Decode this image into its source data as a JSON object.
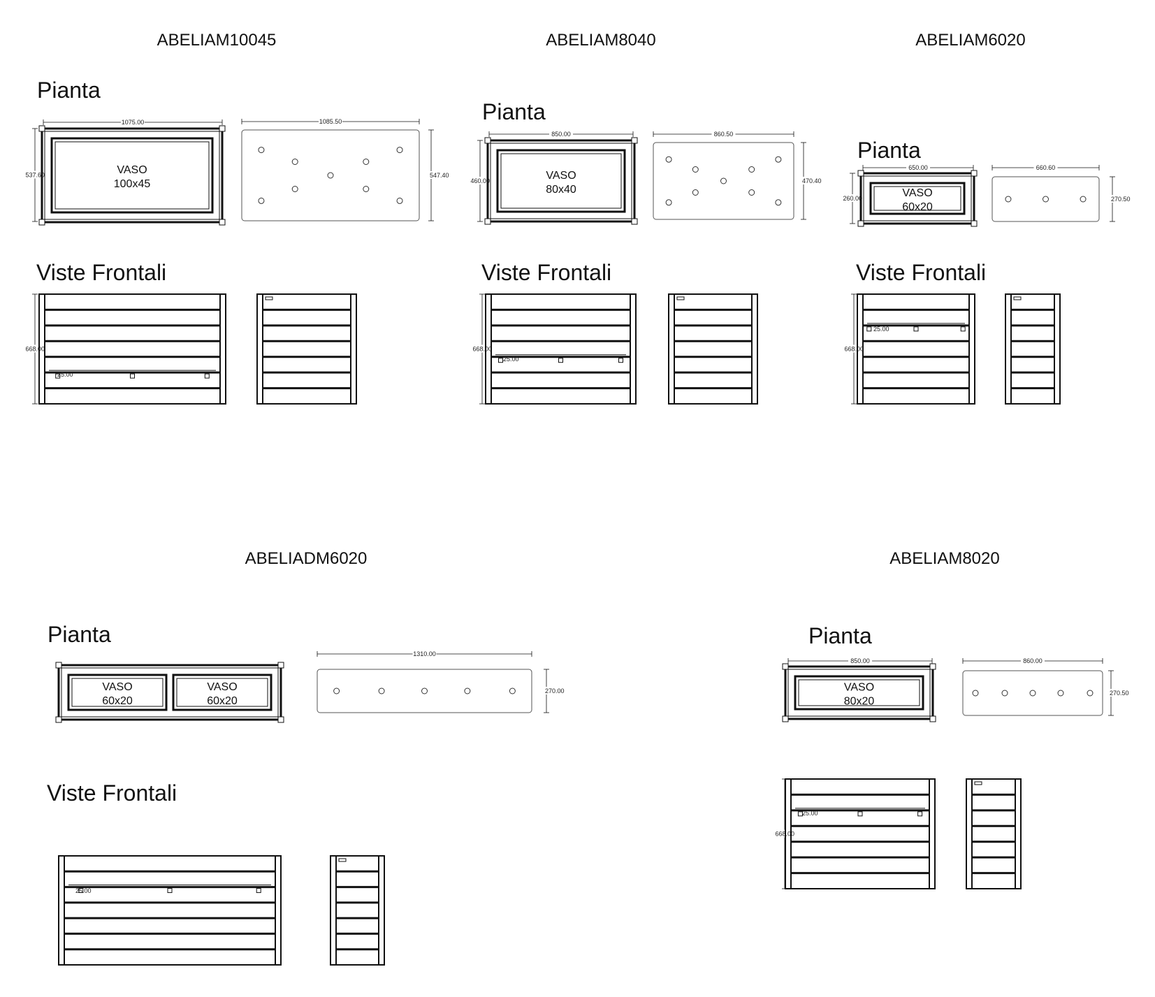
{
  "models": [
    {
      "code": "ABELIAM10045",
      "plan_label": "Pianta",
      "front_label": "Viste Frontali",
      "vaso": [
        {
          "line1": "VASO",
          "line2": "100x45"
        }
      ],
      "dims": {
        "plan_width": "1075.00",
        "plan_depth": "537.60",
        "base_width": "1085.50",
        "base_depth": "547.40",
        "height": "668.00",
        "slot": "25.00"
      }
    },
    {
      "code": "ABELIAM8040",
      "plan_label": "Pianta",
      "front_label": "Viste Frontali",
      "vaso": [
        {
          "line1": "VASO",
          "line2": "80x40"
        }
      ],
      "dims": {
        "plan_width": "850.00",
        "plan_depth": "460.00",
        "base_width": "860.50",
        "base_depth": "470.40",
        "height": "668.00",
        "slot": "25.00"
      }
    },
    {
      "code": "ABELIAM6020",
      "plan_label": "Pianta",
      "front_label": "Viste Frontali",
      "vaso": [
        {
          "line1": "VASO",
          "line2": "60x20"
        }
      ],
      "dims": {
        "plan_width": "650.00",
        "plan_depth": "260.00",
        "base_width": "660.60",
        "base_depth": "270.50",
        "height": "668.00",
        "slot": "25.00"
      }
    },
    {
      "code": "ABELIADM6020",
      "plan_label": "Pianta",
      "front_label": "Viste Frontali",
      "vaso": [
        {
          "line1": "VASO",
          "line2": "60x20"
        },
        {
          "line1": "VASO",
          "line2": "60x20"
        }
      ],
      "dims": {
        "base_width": "1310.00",
        "base_depth": "270.00",
        "slot": "25.00"
      }
    },
    {
      "code": "ABELIAM8020",
      "plan_label": "Pianta",
      "vaso": [
        {
          "line1": "VASO",
          "line2": "80x20"
        }
      ],
      "dims": {
        "plan_width": "850.00",
        "base_width": "860.00",
        "base_depth": "270.50",
        "height": "668.00",
        "slot": "25.00"
      }
    }
  ]
}
